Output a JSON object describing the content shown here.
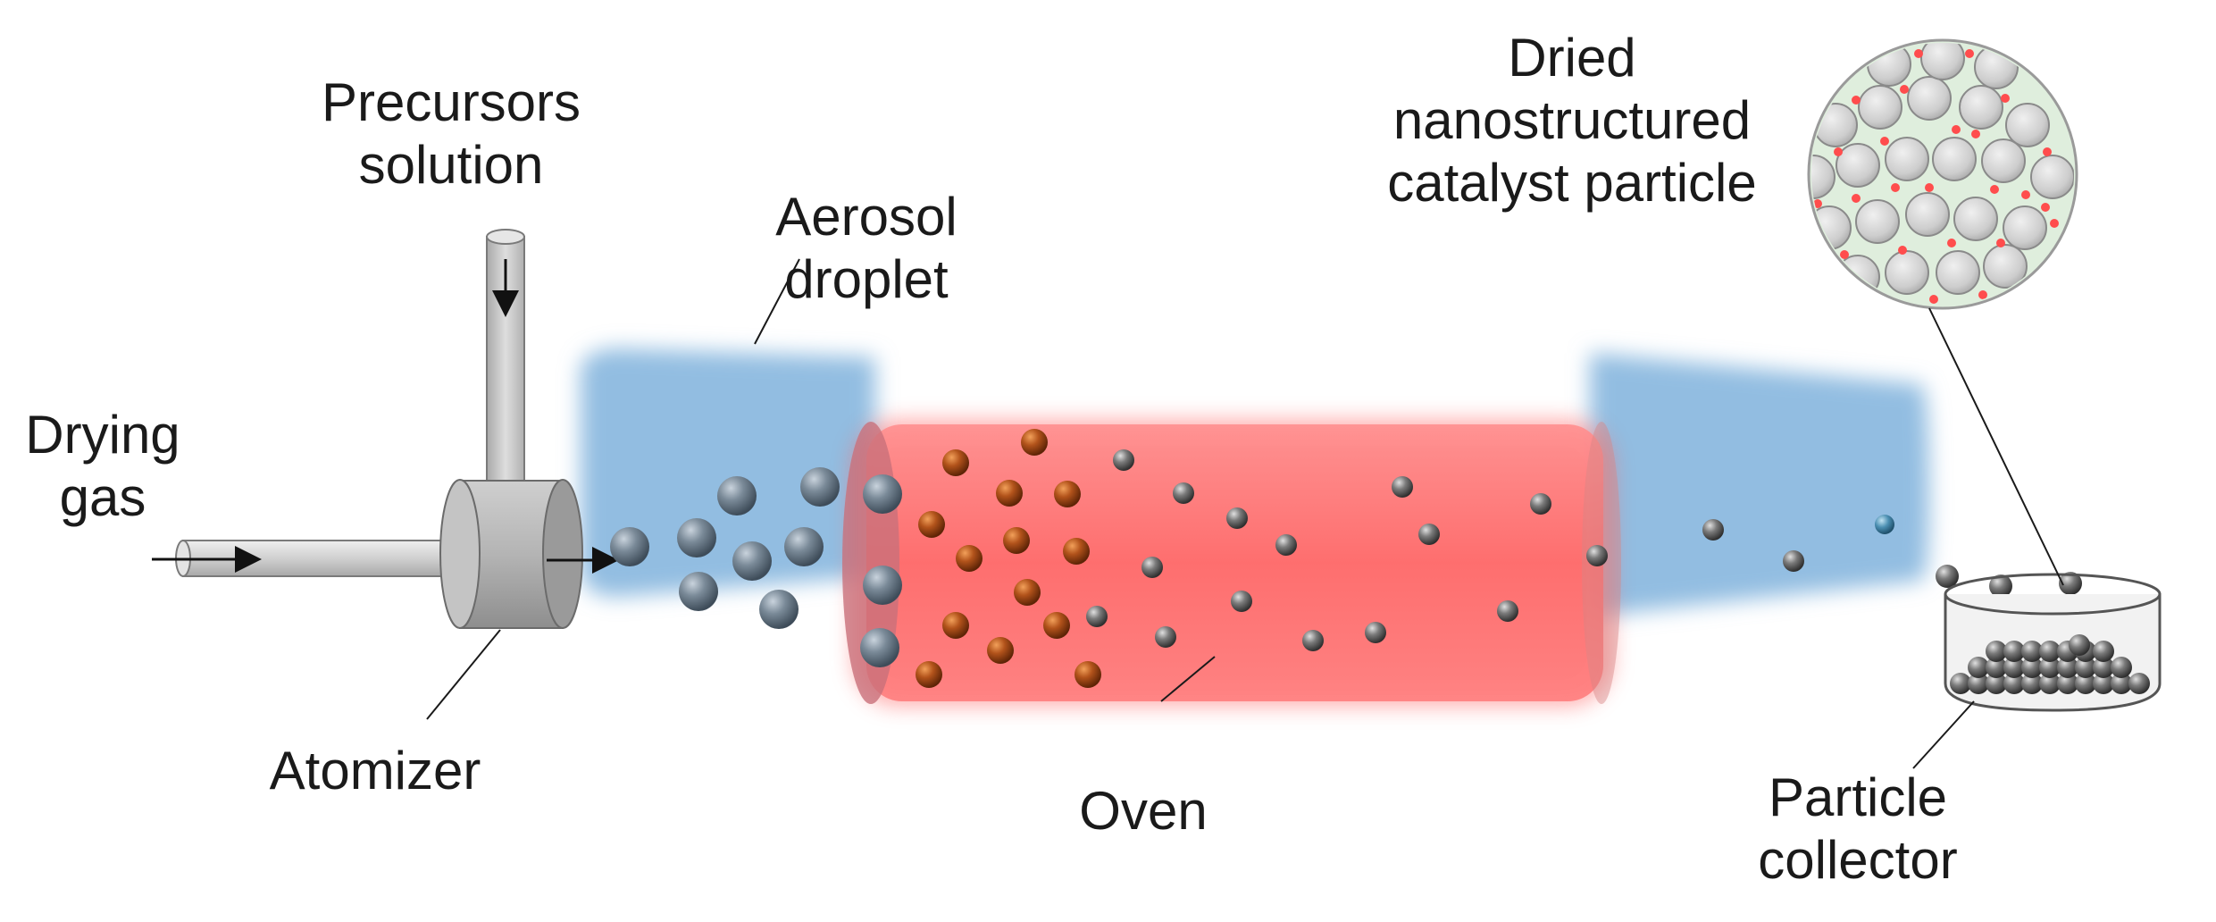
{
  "labels": {
    "precursors": [
      "Precursors",
      "solution"
    ],
    "drying_gas": [
      "Drying",
      "gas"
    ],
    "aerosol": [
      "Aerosol",
      "droplet"
    ],
    "dried": [
      "Dried",
      "nanostructured",
      "catalyst particle"
    ],
    "atomizer": "Atomizer",
    "oven": "Oven",
    "collector": [
      "Particle",
      "collector"
    ]
  },
  "colors": {
    "pipe": "#d3d3d3",
    "atomizer": "#b8b8b8",
    "aerosol_zone": "#7fb2dc",
    "oven_zone": "#ff6b6b",
    "wet_droplet": "#5d6f80",
    "heated_droplet": "#8a3a10",
    "dry_particle": "#4a4a4a",
    "nano_background": "#dfeedd",
    "nano_sphere": "#cccccc",
    "catalyst_dot": "#ff4d4d"
  }
}
